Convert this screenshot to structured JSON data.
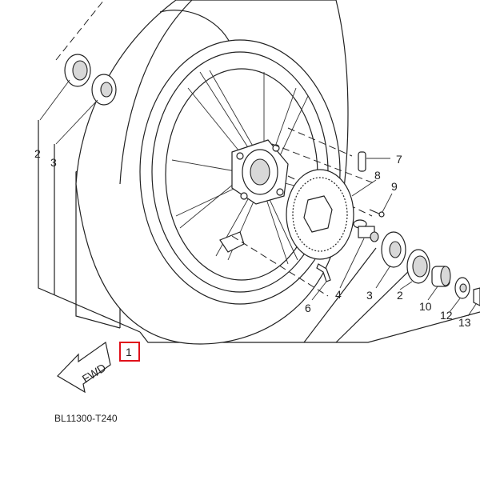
{
  "diagram": {
    "title_code": "BL11300-T240",
    "direction_label": "FWD",
    "selected_part": "1",
    "highlight_color": "#e0101a",
    "callouts": {
      "left_2": "2",
      "left_3": "3",
      "p7": "7",
      "p8": "8",
      "p9": "9",
      "p4": "4",
      "p6": "6",
      "right_3": "3",
      "right_2": "2",
      "p10": "10",
      "p12": "12",
      "p13": "13",
      "p1": "1"
    }
  }
}
